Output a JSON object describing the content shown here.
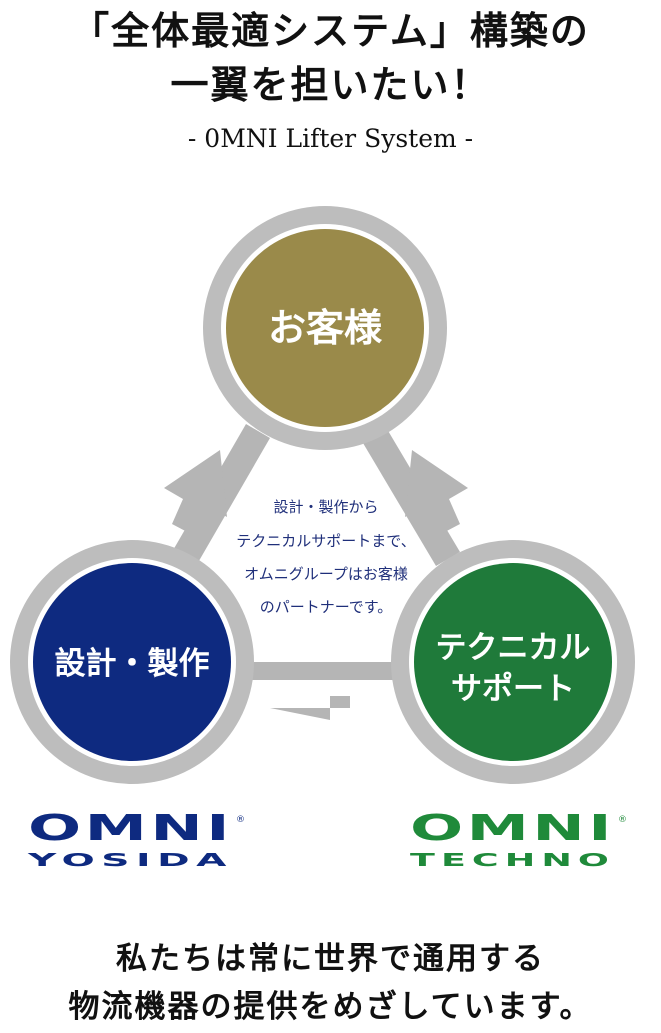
{
  "headline": {
    "line1": "「全体最適システム」構築の",
    "line2": "一翼を担いたい！"
  },
  "subtitle": "- 0MNI Lifter System -",
  "diagram": {
    "nodes": {
      "customer": {
        "label": "お客様",
        "color": "#9a8a4a"
      },
      "design": {
        "label": "設計・製作",
        "color": "#0e2a80"
      },
      "support": {
        "line1": "テクニカル",
        "line2": "サポート",
        "color": "#1f7a3a"
      }
    },
    "ring_color": "#bdbdbd",
    "arrow_color": "#b5b5b5",
    "center_text": [
      "設計・製作から",
      "テクニカルサポートまで、",
      "オムニグループはお客様",
      "のパートナーです。"
    ]
  },
  "logos": {
    "yosida": {
      "word": "OMNI",
      "sub": "YOSIDA",
      "reg": "®",
      "color": "#0e2a80"
    },
    "techno": {
      "word": "OMNI",
      "sub": "TECHNO",
      "reg": "®",
      "color": "#1f8a3a"
    }
  },
  "footer": {
    "line1": "私たちは常に世界で通用する",
    "line2": "物流機器の提供をめざしています。"
  }
}
